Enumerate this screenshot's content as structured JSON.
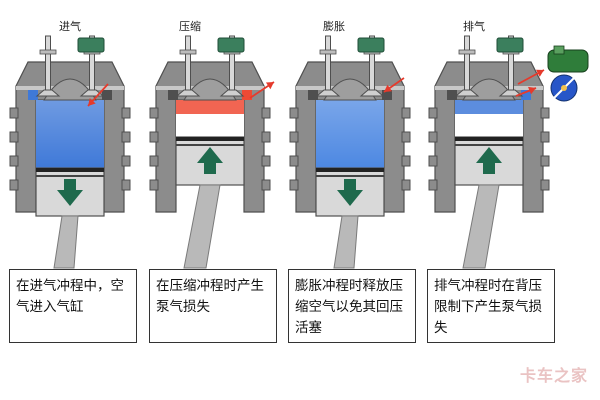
{
  "strokes": [
    {
      "title": "进气",
      "caption": "在进气冲程中，空气进入气缸",
      "piston_direction": "down",
      "chamber_color": "#3f79d8",
      "highlight_color": "#3f79d8"
    },
    {
      "title": "压缩",
      "caption": "在压缩冲程时产生泵气损失",
      "piston_direction": "up",
      "chamber_color": "#ffffff",
      "highlight_color": "#ee4a34"
    },
    {
      "title": "膨胀",
      "caption": "膨胀冲程时释放压缩空气以免其回压活塞",
      "piston_direction": "down",
      "chamber_color": "#4d88e2",
      "highlight_color": "#4d88e2"
    },
    {
      "title": "排气",
      "caption": "排气冲程时在背压限制下产生泵气损失",
      "piston_direction": "up",
      "chamber_color": "#ffffff",
      "highlight_color": "#3f79d8"
    }
  ],
  "colors": {
    "cylinder": "#8c8c8c",
    "cylinder_dark": "#4f4f4f",
    "cylinder_light": "#c8c8c8",
    "piston_arrow": "#1f6a4d",
    "valve_cap": "#3b7f5d",
    "flow_arrow": "#e53a2c",
    "throttle_blue": "#2756c8",
    "throttle_green": "#2f7d3a"
  },
  "watermark": "卡车之家"
}
